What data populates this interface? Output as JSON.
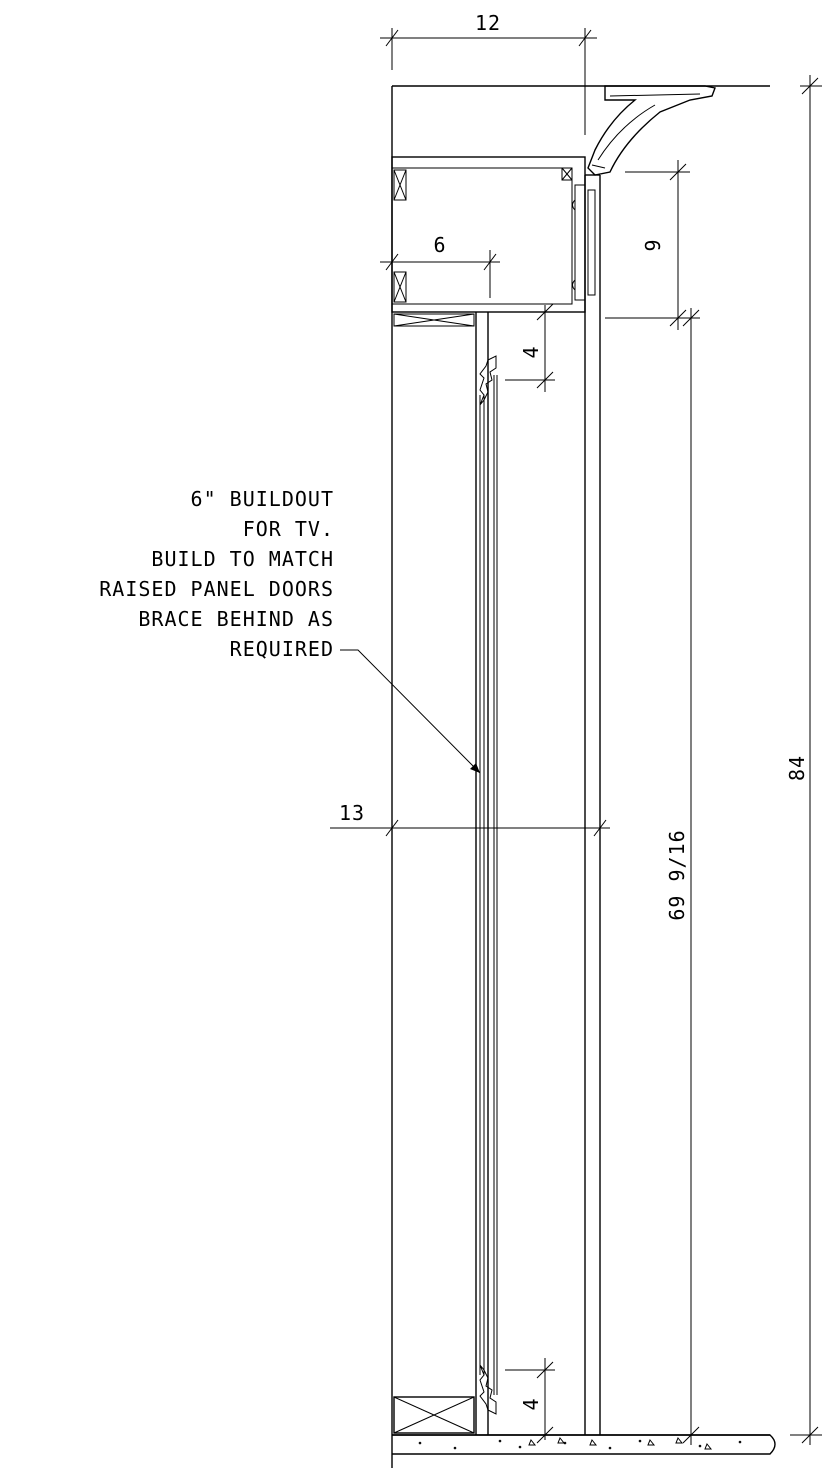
{
  "dimensions": {
    "top_width": "12",
    "buildout_depth": "6",
    "crown_gap": "9",
    "upper_rail": "4",
    "overall_depth": "13",
    "lower_rail": "4",
    "panel_height": "69 9/16",
    "overall_height": "84"
  },
  "note": {
    "lines": [
      "6\" BUILDOUT",
      "FOR TV.",
      "BUILD TO MATCH",
      "RAISED PANEL DOORS",
      "BRACE BEHIND AS",
      "REQUIRED"
    ]
  }
}
